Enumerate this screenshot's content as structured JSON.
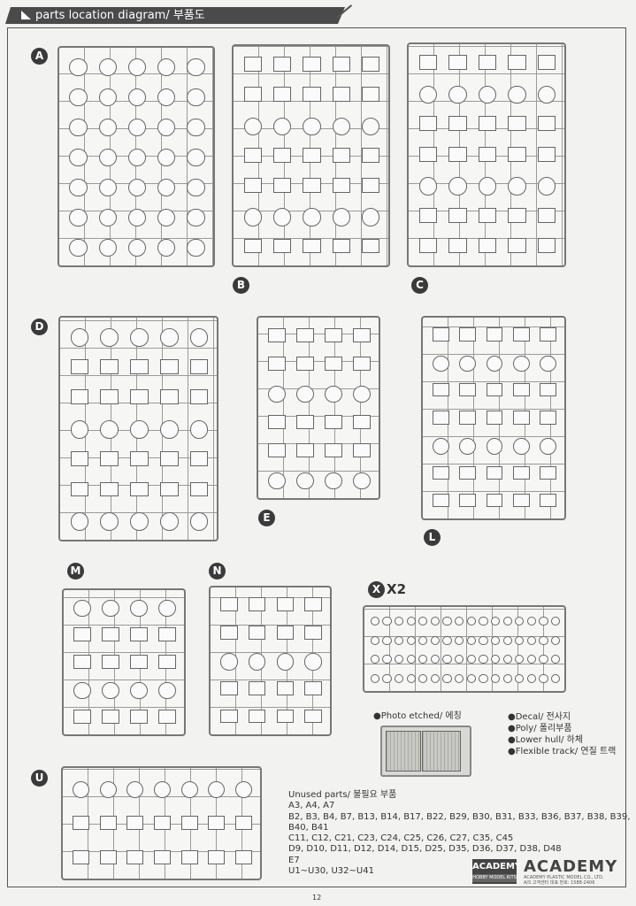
{
  "header": {
    "title": "parts location diagram/ 부품도"
  },
  "sprues": [
    {
      "id": "A",
      "label": "A"
    },
    {
      "id": "B",
      "label": "B"
    },
    {
      "id": "C",
      "label": "C"
    },
    {
      "id": "D",
      "label": "D"
    },
    {
      "id": "E",
      "label": "E"
    },
    {
      "id": "L",
      "label": "L"
    },
    {
      "id": "M",
      "label": "M"
    },
    {
      "id": "N",
      "label": "N"
    },
    {
      "id": "X",
      "label": "X",
      "multiplier": "X2"
    },
    {
      "id": "U",
      "label": "U"
    }
  ],
  "legend": {
    "photo_etched": "●Photo etched/ 에칭",
    "items": [
      "●Decal/ 전사지",
      "●Poly/ 폴리부품",
      "●Lower hull/ 하체",
      "●Flexible track/ 연질 트랙"
    ]
  },
  "unused": {
    "title": "Unused parts/ 불필요 부품",
    "lines": [
      "A3, A4, A7",
      "B2, B3, B4, B7, B13, B14, B17, B22, B29, B30, B31, B33, B36, B37, B38, B39, B40, B41",
      "C11, C12, C21, C23, C24, C25, C26, C27, C35, C45",
      "D9, D10, D11, D12, D14, D15, D25, D35, D36, D37, D38, D48",
      "E7",
      "U1~U30, U32~U41"
    ]
  },
  "logos": {
    "badge_top": "ACADEMY",
    "badge_bottom": "HOBBY MODEL KITS",
    "brand": "ACADEMY",
    "company": "ACADEMY PLASTIC MODEL CO., LTD.",
    "service": "A/S 고객센터 대표 번호: 1588-2406"
  },
  "page_number": "12"
}
